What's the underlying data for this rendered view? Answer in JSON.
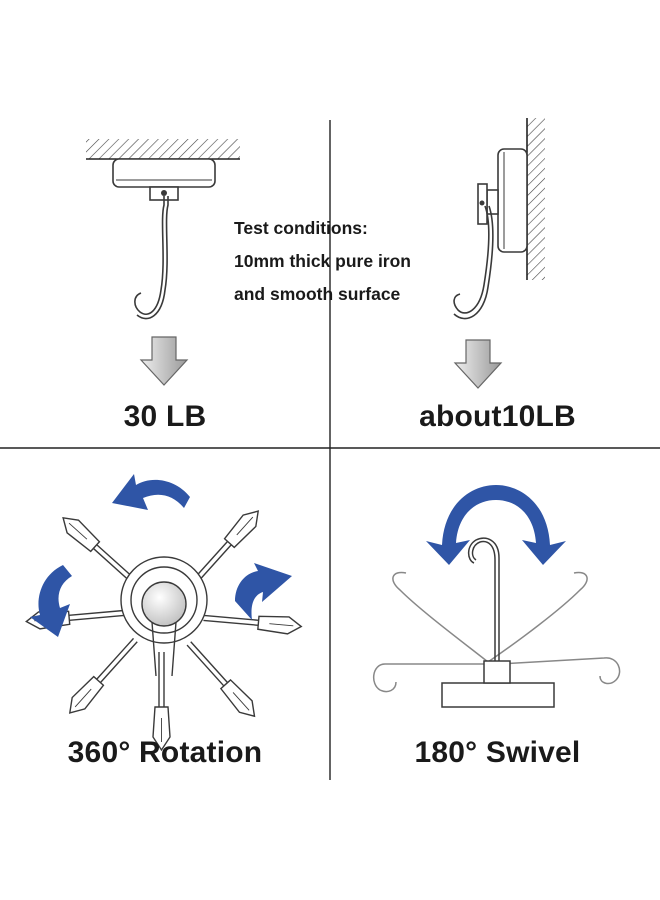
{
  "colors": {
    "accent_arrow": "#2f55a6",
    "load_arrow_fill": "#c8c8c8",
    "line": "#3a3a3a",
    "background": "#ffffff"
  },
  "panels": {
    "ceiling": {
      "caption": "30 LB",
      "icon": "ceiling-mounted-hook-icon"
    },
    "wall": {
      "caption": "about10LB",
      "icon": "wall-mounted-hook-icon"
    },
    "rotation": {
      "caption": "360° Rotation",
      "icon": "rotating-hooks-icon"
    },
    "swivel": {
      "caption": "180° Swivel",
      "icon": "swiveling-hook-icon"
    }
  },
  "test_conditions": {
    "line1": "Test conditions:",
    "line2": "10mm thick pure iron",
    "line3": "and smooth surface"
  }
}
